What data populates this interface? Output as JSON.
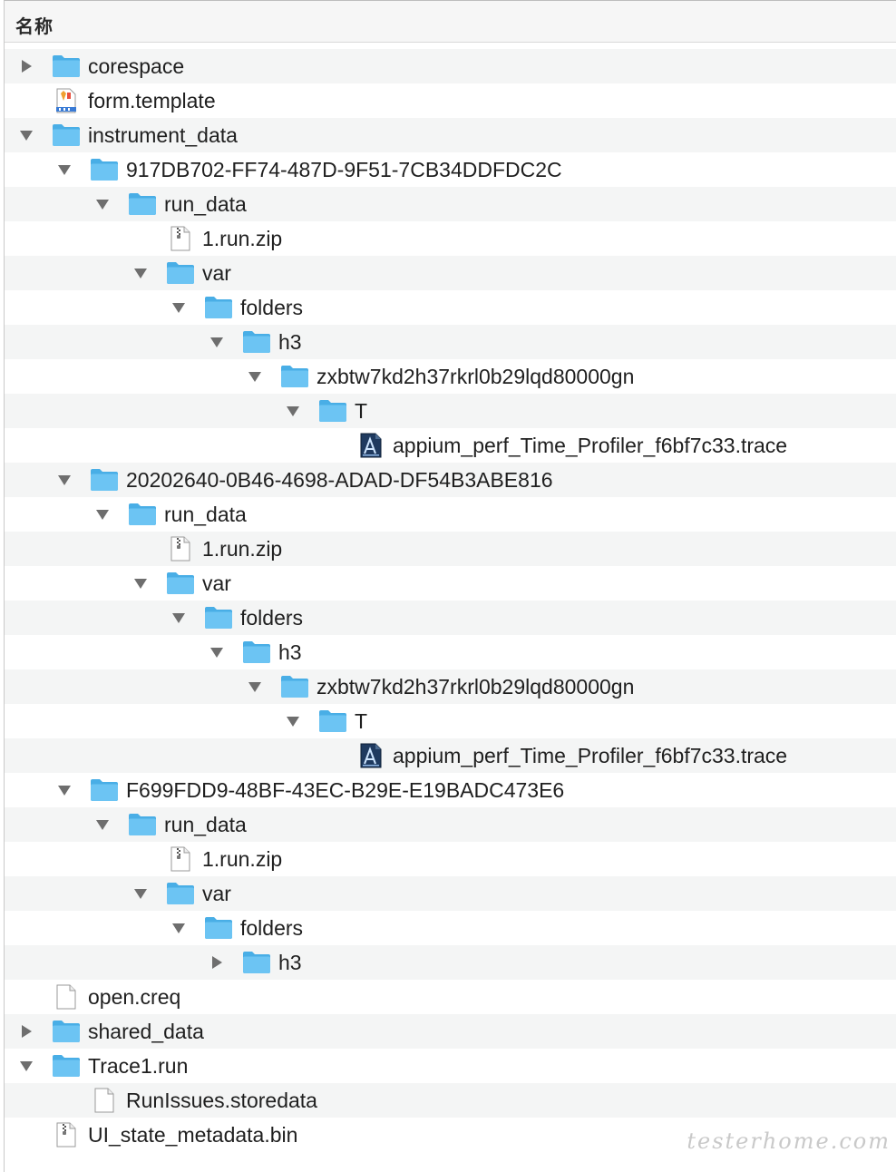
{
  "header": {
    "name_column": "名称"
  },
  "rows": [
    {
      "name": "corespace",
      "depth": 0,
      "disclosure": "collapsed",
      "icon": "folder"
    },
    {
      "name": "form.template",
      "depth": 0,
      "disclosure": "none",
      "icon": "template"
    },
    {
      "name": "instrument_data",
      "depth": 0,
      "disclosure": "expanded",
      "icon": "folder"
    },
    {
      "name": "917DB702-FF74-487D-9F51-7CB34DDFDC2C",
      "depth": 1,
      "disclosure": "expanded",
      "icon": "folder"
    },
    {
      "name": "run_data",
      "depth": 2,
      "disclosure": "expanded",
      "icon": "folder"
    },
    {
      "name": "1.run.zip",
      "depth": 3,
      "disclosure": "none",
      "icon": "zip"
    },
    {
      "name": "var",
      "depth": 3,
      "disclosure": "expanded",
      "icon": "folder"
    },
    {
      "name": "folders",
      "depth": 4,
      "disclosure": "expanded",
      "icon": "folder"
    },
    {
      "name": "h3",
      "depth": 5,
      "disclosure": "expanded",
      "icon": "folder"
    },
    {
      "name": "zxbtw7kd2h37rkrl0b29lqd80000gn",
      "depth": 6,
      "disclosure": "expanded",
      "icon": "folder"
    },
    {
      "name": "T",
      "depth": 7,
      "disclosure": "expanded",
      "icon": "folder"
    },
    {
      "name": "appium_perf_Time_Profiler_f6bf7c33.trace",
      "depth": 8,
      "disclosure": "none",
      "icon": "trace"
    },
    {
      "name": "20202640-0B46-4698-ADAD-DF54B3ABE816",
      "depth": 1,
      "disclosure": "expanded",
      "icon": "folder"
    },
    {
      "name": "run_data",
      "depth": 2,
      "disclosure": "expanded",
      "icon": "folder"
    },
    {
      "name": "1.run.zip",
      "depth": 3,
      "disclosure": "none",
      "icon": "zip"
    },
    {
      "name": "var",
      "depth": 3,
      "disclosure": "expanded",
      "icon": "folder"
    },
    {
      "name": "folders",
      "depth": 4,
      "disclosure": "expanded",
      "icon": "folder"
    },
    {
      "name": "h3",
      "depth": 5,
      "disclosure": "expanded",
      "icon": "folder"
    },
    {
      "name": "zxbtw7kd2h37rkrl0b29lqd80000gn",
      "depth": 6,
      "disclosure": "expanded",
      "icon": "folder"
    },
    {
      "name": "T",
      "depth": 7,
      "disclosure": "expanded",
      "icon": "folder"
    },
    {
      "name": "appium_perf_Time_Profiler_f6bf7c33.trace",
      "depth": 8,
      "disclosure": "none",
      "icon": "trace"
    },
    {
      "name": "F699FDD9-48BF-43EC-B29E-E19BADC473E6",
      "depth": 1,
      "disclosure": "expanded",
      "icon": "folder"
    },
    {
      "name": "run_data",
      "depth": 2,
      "disclosure": "expanded",
      "icon": "folder"
    },
    {
      "name": "1.run.zip",
      "depth": 3,
      "disclosure": "none",
      "icon": "zip"
    },
    {
      "name": "var",
      "depth": 3,
      "disclosure": "expanded",
      "icon": "folder"
    },
    {
      "name": "folders",
      "depth": 4,
      "disclosure": "expanded",
      "icon": "folder"
    },
    {
      "name": "h3",
      "depth": 5,
      "disclosure": "collapsed",
      "icon": "folder"
    },
    {
      "name": "open.creq",
      "depth": 0,
      "disclosure": "none",
      "icon": "document"
    },
    {
      "name": "shared_data",
      "depth": 0,
      "disclosure": "collapsed",
      "icon": "folder"
    },
    {
      "name": "Trace1.run",
      "depth": 0,
      "disclosure": "expanded",
      "icon": "folder"
    },
    {
      "name": "RunIssues.storedata",
      "depth": 1,
      "disclosure": "none",
      "icon": "document"
    },
    {
      "name": "UI_state_metadata.bin",
      "depth": 0,
      "disclosure": "none",
      "icon": "zip"
    }
  ],
  "watermark": "testerhome.com",
  "colors": {
    "folder_front": "#6cc4f3",
    "folder_back": "#49aee6",
    "disclosure": "#6e6e6e",
    "row_alt": "#f4f5f5"
  }
}
